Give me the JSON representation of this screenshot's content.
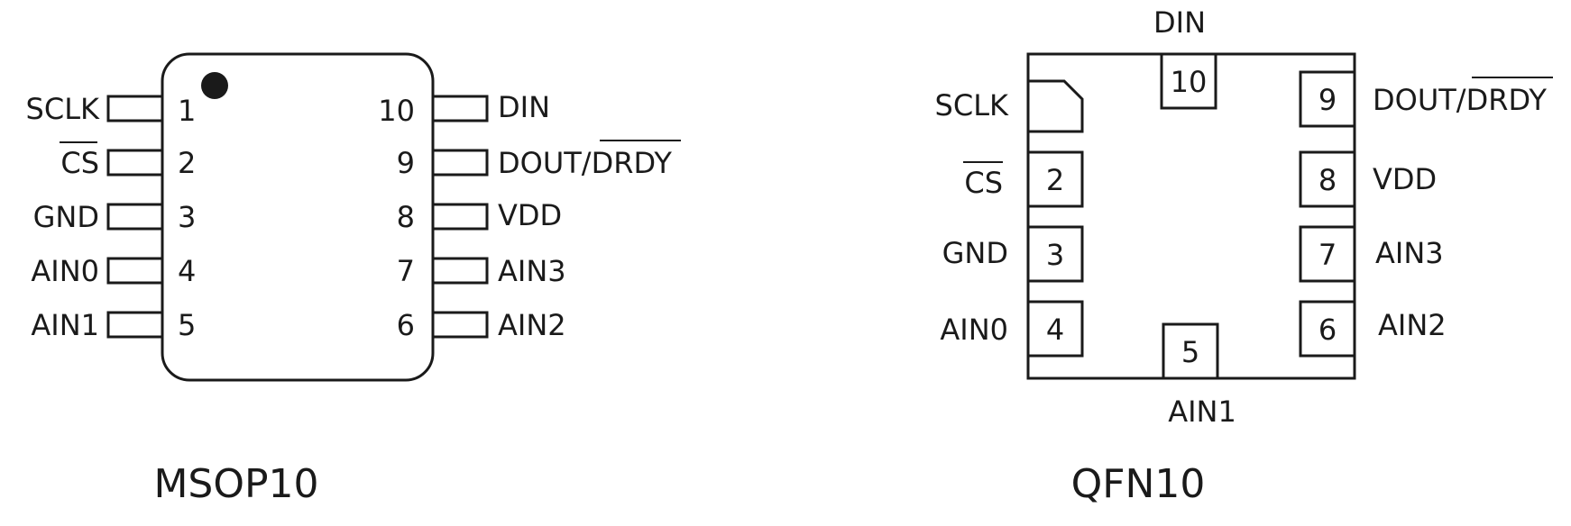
{
  "msop": {
    "package": "MSOP10",
    "pins": [
      {
        "num": "1",
        "name": "SCLK"
      },
      {
        "num": "2",
        "name": "CS"
      },
      {
        "num": "3",
        "name": "GND"
      },
      {
        "num": "4",
        "name": "AIN0"
      },
      {
        "num": "5",
        "name": "AIN1"
      },
      {
        "num": "6",
        "name": "AIN2"
      },
      {
        "num": "7",
        "name": "AIN3"
      },
      {
        "num": "8",
        "name": "VDD"
      },
      {
        "num": "9",
        "name": "DOUT/",
        "name_overbar": "DRDY"
      },
      {
        "num": "10",
        "name": "DIN"
      }
    ]
  },
  "qfn": {
    "package": "QFN10",
    "pins": [
      {
        "num": "",
        "name": "SCLK"
      },
      {
        "num": "2",
        "name": "CS"
      },
      {
        "num": "3",
        "name": "GND"
      },
      {
        "num": "4",
        "name": "AIN0"
      },
      {
        "num": "5",
        "name": "AIN1"
      },
      {
        "num": "6",
        "name": "AIN2"
      },
      {
        "num": "7",
        "name": "AIN3"
      },
      {
        "num": "8",
        "name": "VDD"
      },
      {
        "num": "9",
        "name": "DOUT/",
        "name_overbar": "DRDY"
      },
      {
        "num": "10",
        "name": "DIN"
      }
    ]
  }
}
